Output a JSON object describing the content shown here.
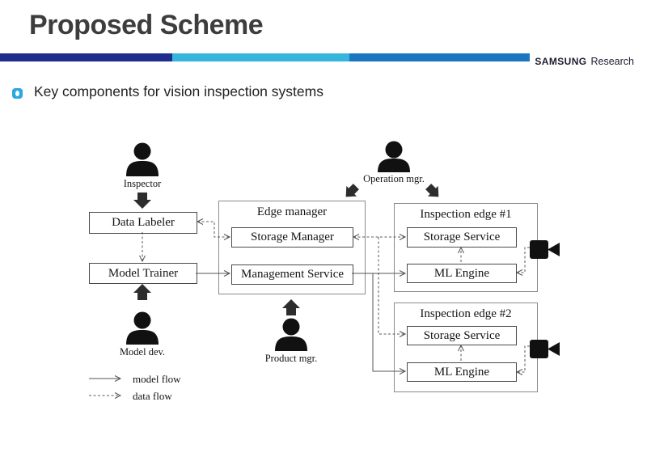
{
  "header": {
    "title": "Proposed Scheme",
    "brand": {
      "logo": "SAMSUNG",
      "suffix": "Research"
    }
  },
  "colors": {
    "bar_navy": "#1f2d8c",
    "bar_cyan": "#36b5dc",
    "bar_blue": "#1b76c2",
    "bullet_blue": "#2ba8e0",
    "title_gray": "#3d3d3d",
    "diagram_ink": "#141414",
    "line_gray": "#555555"
  },
  "bullet": {
    "text": "Key components for vision inspection systems"
  },
  "diagram": {
    "actors": {
      "inspector": "Inspector",
      "operation_mgr": "Operation mgr.",
      "model_dev": "Model dev.",
      "product_mgr": "Product mgr."
    },
    "boxes": {
      "data_labeler": "Data Labeler",
      "model_trainer": "Model Trainer",
      "edge_manager": {
        "title": "Edge manager",
        "storage_manager": "Storage Manager",
        "management_service": "Management Service"
      },
      "inspection_edge_1": {
        "title": "Inspection edge #1",
        "storage_service": "Storage Service",
        "ml_engine": "ML Engine"
      },
      "inspection_edge_2": {
        "title": "Inspection edge #2",
        "storage_service": "Storage Service",
        "ml_engine": "ML Engine"
      }
    },
    "legend": {
      "model_flow": "model flow",
      "data_flow": "data flow"
    },
    "icons": {
      "person": "person-icon",
      "camera": "camera-icon",
      "block_arrow": "block-arrow-icon",
      "bullet": "bullet-ring-icon"
    }
  }
}
